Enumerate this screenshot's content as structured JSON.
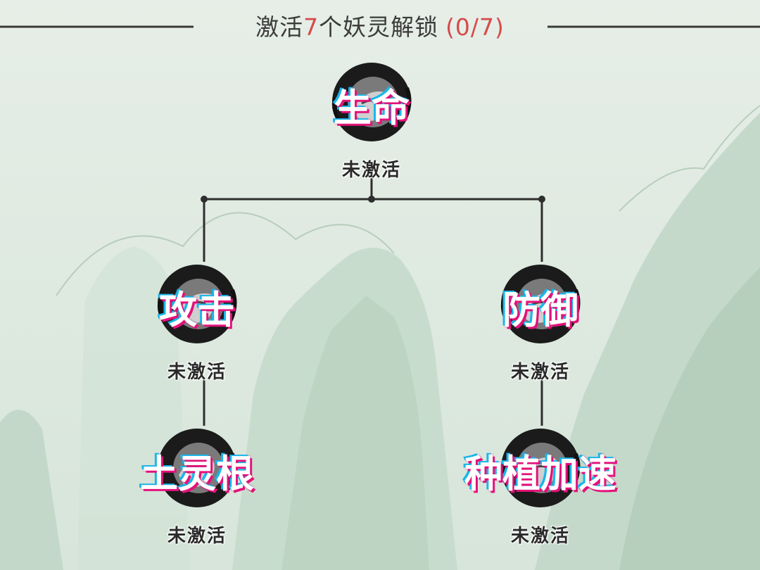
{
  "header": {
    "prefix": "激活",
    "count": "7",
    "suffix": "个妖灵解锁",
    "progress": "(0/7)"
  },
  "nodes": {
    "life": {
      "label": "生命",
      "status": "未激活"
    },
    "attack": {
      "label": "攻击",
      "status": "未激活"
    },
    "defense": {
      "label": "防御",
      "status": "未激活"
    },
    "earth_root": {
      "label": "土灵根",
      "status": "未激活"
    },
    "planting_speed": {
      "label": "种植加速",
      "status": "未激活"
    }
  },
  "colors": {
    "background": "#dfe9e1",
    "mountain": "#bfd6c6",
    "accent_red": "#d64a4a",
    "label_pink": "#e3127a",
    "label_cyan": "#19b6ea"
  }
}
